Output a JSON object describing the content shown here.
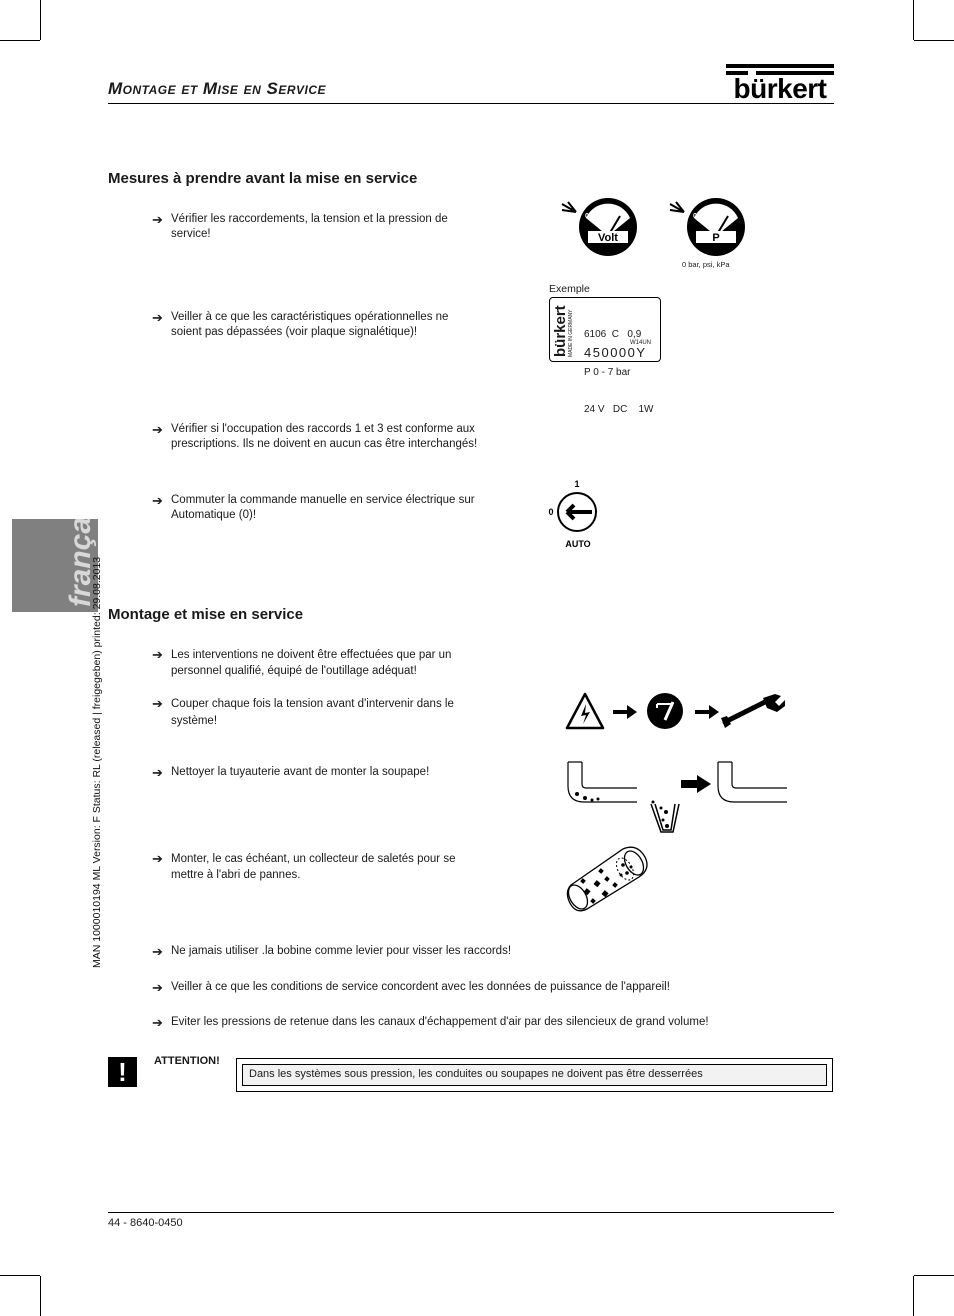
{
  "header": {
    "title": "Montage et Mise en Service",
    "brand": "bürkert"
  },
  "section1": {
    "title": "Mesures à prendre avant la mise en service",
    "bullets": [
      "Vérifier les raccordements, la tension et la pression de service!",
      "Veiller à ce que les caractéristiques opérationnelles ne soient pas dépassées (voir plaque signalétique)!",
      "Vérifier si l'occupation des raccords 1 et 3 est conforme aux prescriptions. Ils ne doivent en aucun cas être interchangés!",
      "Commuter la commande manuelle en service électrique sur Automatique (0)!"
    ]
  },
  "section2": {
    "title": "Montage et mise en service",
    "bullets": [
      "Les interventions ne doivent être effectuées que par un personnel qualifié, équipé de l'outillage adéquat!",
      "Couper chaque fois la tension avant d'intervenir dans le système!",
      "Nettoyer la tuyauterie avant de monter la soupape!",
      "Monter, le cas échéant, un collecteur de saletés pour se mettre à l'abri de pannes.",
      "Ne jamais utiliser .la bobine comme levier pour visser les raccords!",
      "Veiller à ce que les conditions de service concordent avec les données de puissance de l'appareil!",
      "Eviter les pressions de retenue dans les canaux d'échappement d'air par des silencieux de grand volume!"
    ]
  },
  "gauges": {
    "volt_label": "Volt",
    "pressure_label": "P",
    "zero": "0",
    "units": "0 bar, psi, kPa"
  },
  "nameplate": {
    "caption": "Exemple",
    "brand": "bürkert",
    "made_in": "MADE IN GERMANY",
    "line1": "6106  C   0,9",
    "line2": "P 0 - 7 bar",
    "line3": "24 V   DC    1W",
    "code": "W14UN",
    "serial": "450000Y"
  },
  "manual_override": {
    "pos1": "1",
    "pos0": "0",
    "label": "AUTO"
  },
  "side_tab": {
    "language": "français",
    "meta": "MAN  1000010194  ML  Version: F  Status: RL (released | freigegeben)  printed: 29.08.2013"
  },
  "warning": {
    "symbol": "!",
    "label": "ATTENTION!",
    "text": "Dans les systèmes sous pression, les conduites ou soupapes ne doivent pas être desserrées"
  },
  "footer": {
    "page": "44  -  8640-0450"
  }
}
